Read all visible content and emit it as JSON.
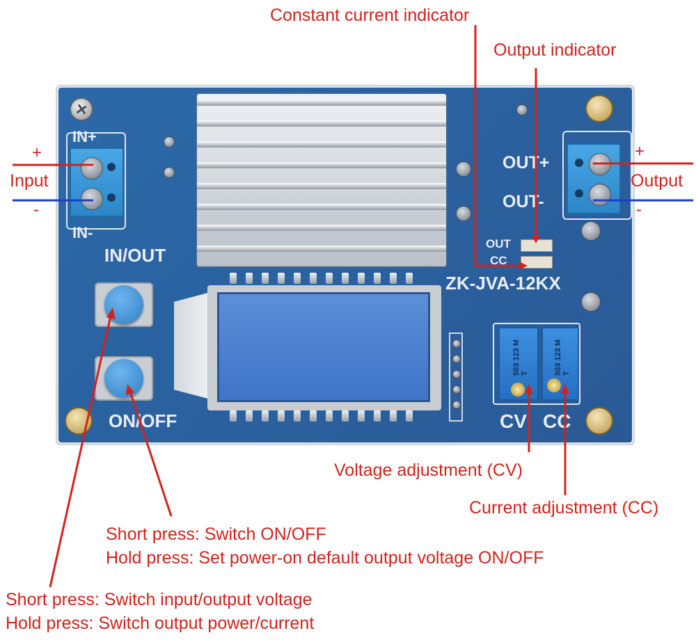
{
  "callouts": {
    "constant_current": "Constant current indicator",
    "output_indicator": "Output indicator",
    "input": "Input",
    "input_plus": "+",
    "input_minus": "-",
    "output": "Output",
    "output_plus": "+",
    "output_minus": "-",
    "voltage_adjustment": "Voltage adjustment (CV)",
    "current_adjustment": "Current adjustment (CC)",
    "onoff_short": "Short press: Switch ON/OFF",
    "onoff_hold": "Hold press: Set power-on default output voltage ON/OFF",
    "inout_short": "Short press: Switch input/output voltage",
    "inout_hold": "Hold press: Switch output power/current"
  },
  "silkscreen": {
    "in_plus": "IN+",
    "in_minus": "IN-",
    "in_out": "IN/OUT",
    "on_off": "ON/OFF",
    "out_plus": "OUT+",
    "out_minus": "OUT-",
    "out_led": "OUT",
    "cc_led": "CC",
    "model": "ZK-JVA-12KX",
    "cv": "CV",
    "cc": "CC"
  },
  "pots": {
    "cv_code": "503 123 M T",
    "cc_code": "503 123 M T"
  },
  "colors": {
    "callout_red": "#d4221b",
    "pcb_blue": "#2a62a0",
    "negative_wire": "#1f3fbf"
  }
}
